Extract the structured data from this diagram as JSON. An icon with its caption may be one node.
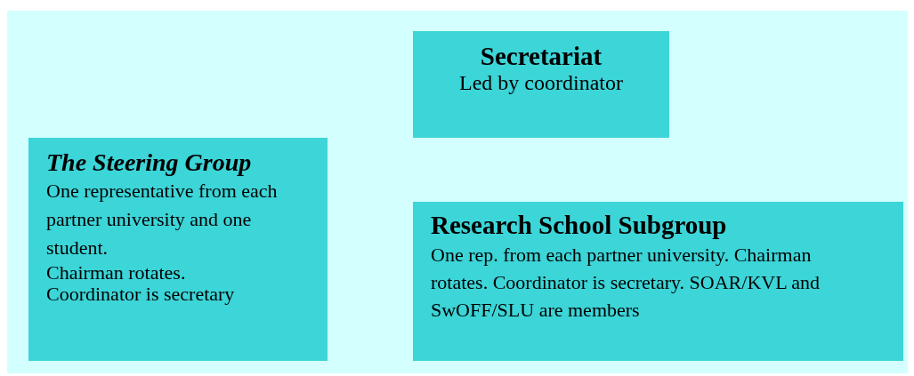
{
  "diagram": {
    "nodes": [
      {
        "text": [],
        "shape": "box"
      },
      {
        "text": [
          "Secretariat",
          "Led by coordinator"
        ],
        "in": 0
      },
      {
        "text": [
          "The Steering Group",
          "One representative from each partner university and one student.",
          "Chairman rotates. Coordinator is secretary"
        ],
        "in": 0
      },
      {
        "text": [
          "Research School Subgroup",
          "One rep. from each partner university. Chairman rotates. Coordinator is secretary. SOAR/KVL and SwOFF/SLU are members"
        ],
        "in": 0
      }
    ]
  }
}
